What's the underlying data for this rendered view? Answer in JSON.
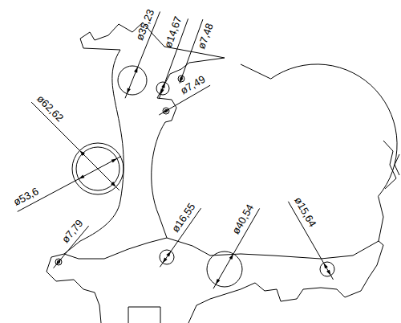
{
  "diagram": {
    "labels": [
      "ø35,23",
      "ø14,67",
      "ø7,48",
      "ø7,49",
      "ø62,62",
      "ø53,6",
      "ø7,79",
      "ø16,55",
      "ø40,54",
      "ø15,64"
    ]
  }
}
